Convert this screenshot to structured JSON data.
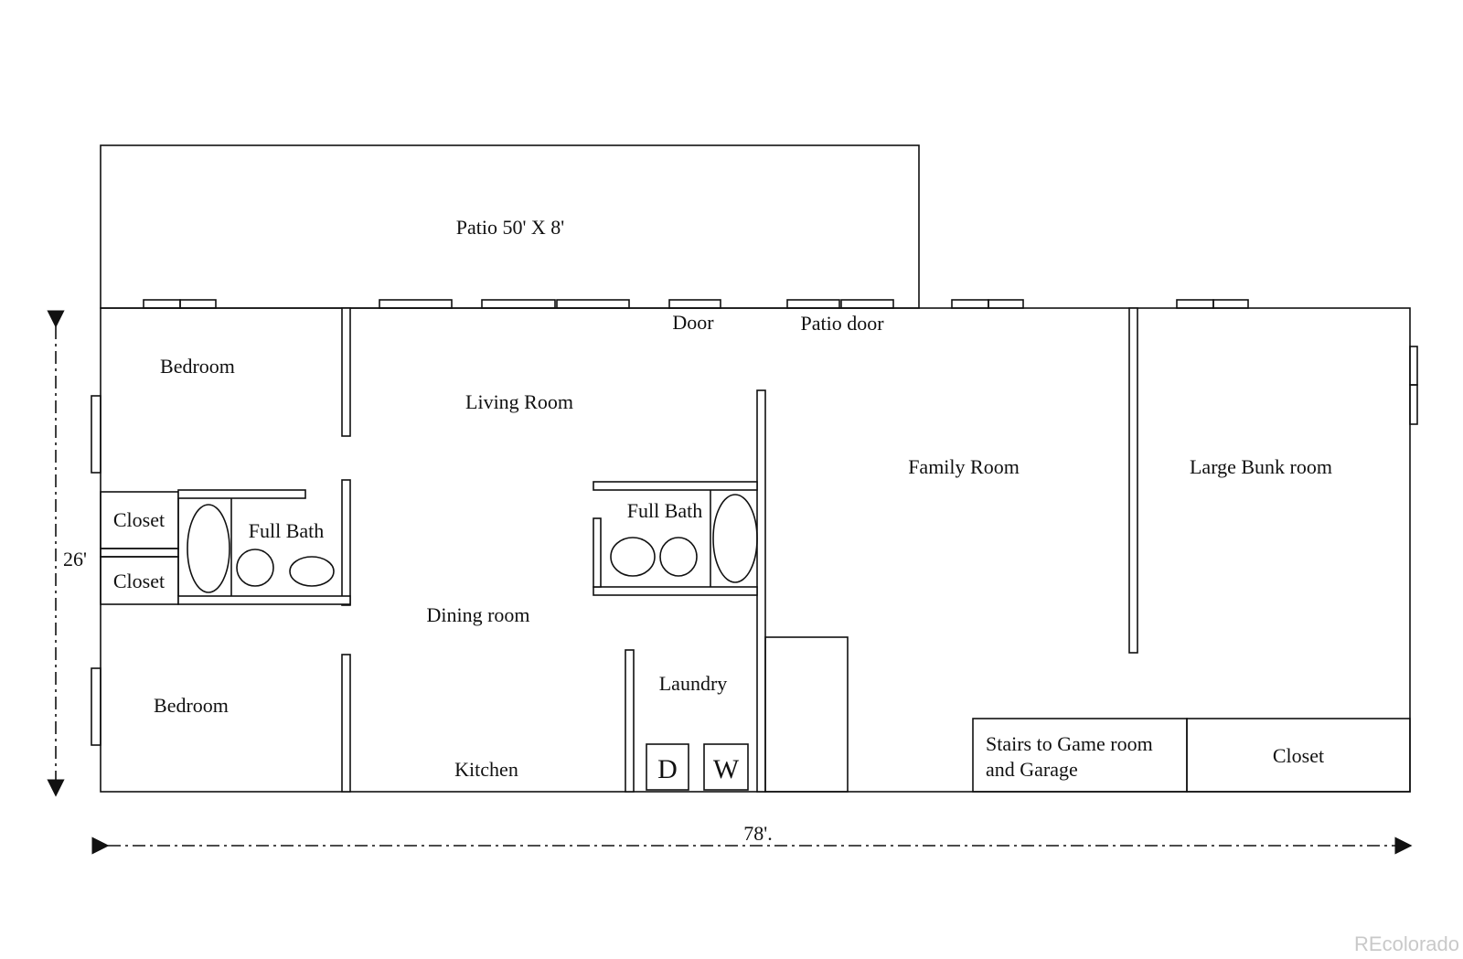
{
  "floorplan": {
    "labels": {
      "patio": "Patio 50' X 8'",
      "door": "Door",
      "patio_door": "Patio door",
      "bedroom_top": "Bedroom",
      "living_room": "Living Room",
      "family_room": "Family Room",
      "large_bunk_room": "Large Bunk room",
      "closet_1": "Closet",
      "closet_2": "Closet",
      "full_bath_left": "Full Bath",
      "full_bath_center": "Full Bath",
      "dining_room": "Dining room",
      "laundry": "Laundry",
      "dryer": "D",
      "washer": "W",
      "bedroom_bottom": "Bedroom",
      "kitchen": "Kitchen",
      "stairs_line1": "Stairs to Game room",
      "stairs_line2": "and Garage",
      "closet_right": "Closet"
    },
    "dimensions": {
      "height": "26'",
      "width": "78'."
    },
    "watermark": "REcolorado"
  }
}
